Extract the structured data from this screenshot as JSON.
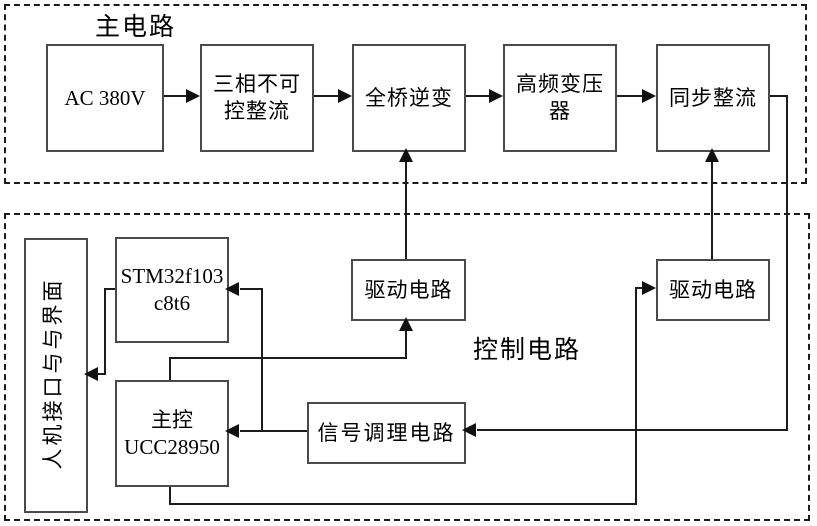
{
  "colors": {
    "background": "#ffffff",
    "line": "#1c1c1c",
    "box_border": "#4a4a4a",
    "text": "#000000",
    "arrow": "#111111"
  },
  "sections": {
    "main": {
      "label": "主电路"
    },
    "control": {
      "label": "控制电路"
    }
  },
  "blocks": {
    "ac_input": {
      "label": "AC 380V"
    },
    "rectifier": {
      "label": "三相不可\n控整流"
    },
    "inverter": {
      "label": "全桥逆变"
    },
    "transformer": {
      "label": "高频变压\n器"
    },
    "sync_rectifier": {
      "label": "同步整流"
    },
    "hmi": {
      "label": "人机接口与与界面"
    },
    "mcu": {
      "label": "STM32f103\nc8t6"
    },
    "drive_left": {
      "label": "驱动电路"
    },
    "drive_right": {
      "label": "驱动电路"
    },
    "main_controller": {
      "label": "主控\nUCC28950"
    },
    "signal_conditioning": {
      "label": "信号调理电路"
    }
  }
}
